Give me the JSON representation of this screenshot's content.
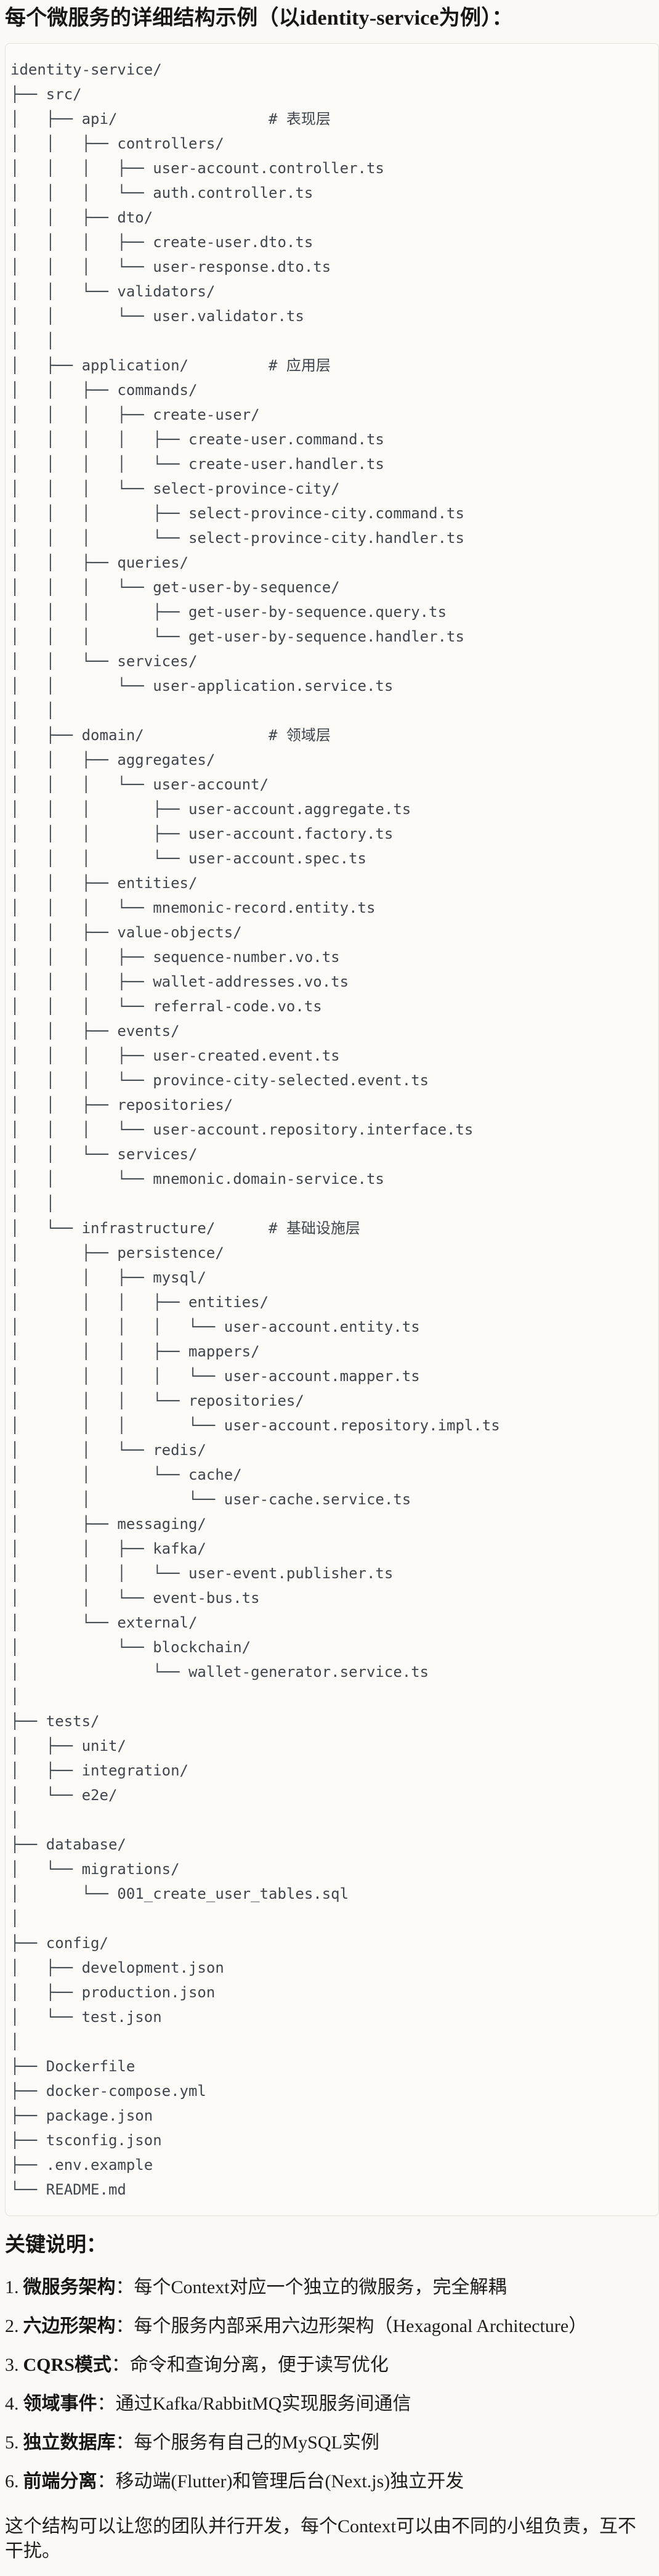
{
  "theme": {
    "page_background": "#FAF9F5",
    "code_background": "#FCFBF8",
    "code_border": "#E2E0D8",
    "code_text": "#3F464D",
    "body_text": "#1F1E1B"
  },
  "header": {
    "title": "每个微服务的详细结构示例（以identity-service为例）："
  },
  "code_block": {
    "tree_lines": [
      "identity-service/",
      "├── src/",
      "│   ├── api/                 # 表现层",
      "│   │   ├── controllers/",
      "│   │   │   ├── user-account.controller.ts",
      "│   │   │   └── auth.controller.ts",
      "│   │   ├── dto/",
      "│   │   │   ├── create-user.dto.ts",
      "│   │   │   └── user-response.dto.ts",
      "│   │   └── validators/",
      "│   │       └── user.validator.ts",
      "│   │",
      "│   ├── application/         # 应用层",
      "│   │   ├── commands/",
      "│   │   │   ├── create-user/",
      "│   │   │   │   ├── create-user.command.ts",
      "│   │   │   │   └── create-user.handler.ts",
      "│   │   │   └── select-province-city/",
      "│   │   │       ├── select-province-city.command.ts",
      "│   │   │       └── select-province-city.handler.ts",
      "│   │   ├── queries/",
      "│   │   │   └── get-user-by-sequence/",
      "│   │   │       ├── get-user-by-sequence.query.ts",
      "│   │   │       └── get-user-by-sequence.handler.ts",
      "│   │   └── services/",
      "│   │       └── user-application.service.ts",
      "│   │",
      "│   ├── domain/              # 领域层",
      "│   │   ├── aggregates/",
      "│   │   │   └── user-account/",
      "│   │   │       ├── user-account.aggregate.ts",
      "│   │   │       ├── user-account.factory.ts",
      "│   │   │       └── user-account.spec.ts",
      "│   │   ├── entities/",
      "│   │   │   └── mnemonic-record.entity.ts",
      "│   │   ├── value-objects/",
      "│   │   │   ├── sequence-number.vo.ts",
      "│   │   │   ├── wallet-addresses.vo.ts",
      "│   │   │   └── referral-code.vo.ts",
      "│   │   ├── events/",
      "│   │   │   ├── user-created.event.ts",
      "│   │   │   └── province-city-selected.event.ts",
      "│   │   ├── repositories/",
      "│   │   │   └── user-account.repository.interface.ts",
      "│   │   └── services/",
      "│   │       └── mnemonic.domain-service.ts",
      "│   │",
      "│   └── infrastructure/      # 基础设施层",
      "│       ├── persistence/",
      "│       │   ├── mysql/",
      "│       │   │   ├── entities/",
      "│       │   │   │   └── user-account.entity.ts",
      "│       │   │   ├── mappers/",
      "│       │   │   │   └── user-account.mapper.ts",
      "│       │   │   └── repositories/",
      "│       │   │       └── user-account.repository.impl.ts",
      "│       │   └── redis/",
      "│       │       └── cache/",
      "│       │           └── user-cache.service.ts",
      "│       ├── messaging/",
      "│       │   ├── kafka/",
      "│       │   │   └── user-event.publisher.ts",
      "│       │   └── event-bus.ts",
      "│       └── external/",
      "│           └── blockchain/",
      "│               └── wallet-generator.service.ts",
      "│",
      "├── tests/",
      "│   ├── unit/",
      "│   ├── integration/",
      "│   └── e2e/",
      "│",
      "├── database/",
      "│   └── migrations/",
      "│       └── 001_create_user_tables.sql",
      "│",
      "├── config/",
      "│   ├── development.json",
      "│   ├── production.json",
      "│   └── test.json",
      "│",
      "├── Dockerfile",
      "├── docker-compose.yml",
      "├── package.json",
      "├── tsconfig.json",
      "├── .env.example",
      "└── README.md"
    ]
  },
  "notes": {
    "heading": "关键说明：",
    "items": [
      {
        "num": "1.",
        "term": "微服务架构",
        "desc": "：每个Context对应一个独立的微服务，完全解耦"
      },
      {
        "num": "2.",
        "term": "六边形架构",
        "desc": "：每个服务内部采用六边形架构（Hexagonal Architecture）"
      },
      {
        "num": "3.",
        "term": "CQRS模式",
        "desc": "：命令和查询分离，便于读写优化"
      },
      {
        "num": "4.",
        "term": "领域事件",
        "desc": "：通过Kafka/RabbitMQ实现服务间通信"
      },
      {
        "num": "5.",
        "term": "独立数据库",
        "desc": "：每个服务有自己的MySQL实例"
      },
      {
        "num": "6.",
        "term": "前端分离",
        "desc": "：移动端(Flutter)和管理后台(Next.js)独立开发"
      }
    ],
    "footer": "这个结构可以让您的团队并行开发，每个Context可以由不同的小组负责，互不干扰。"
  }
}
